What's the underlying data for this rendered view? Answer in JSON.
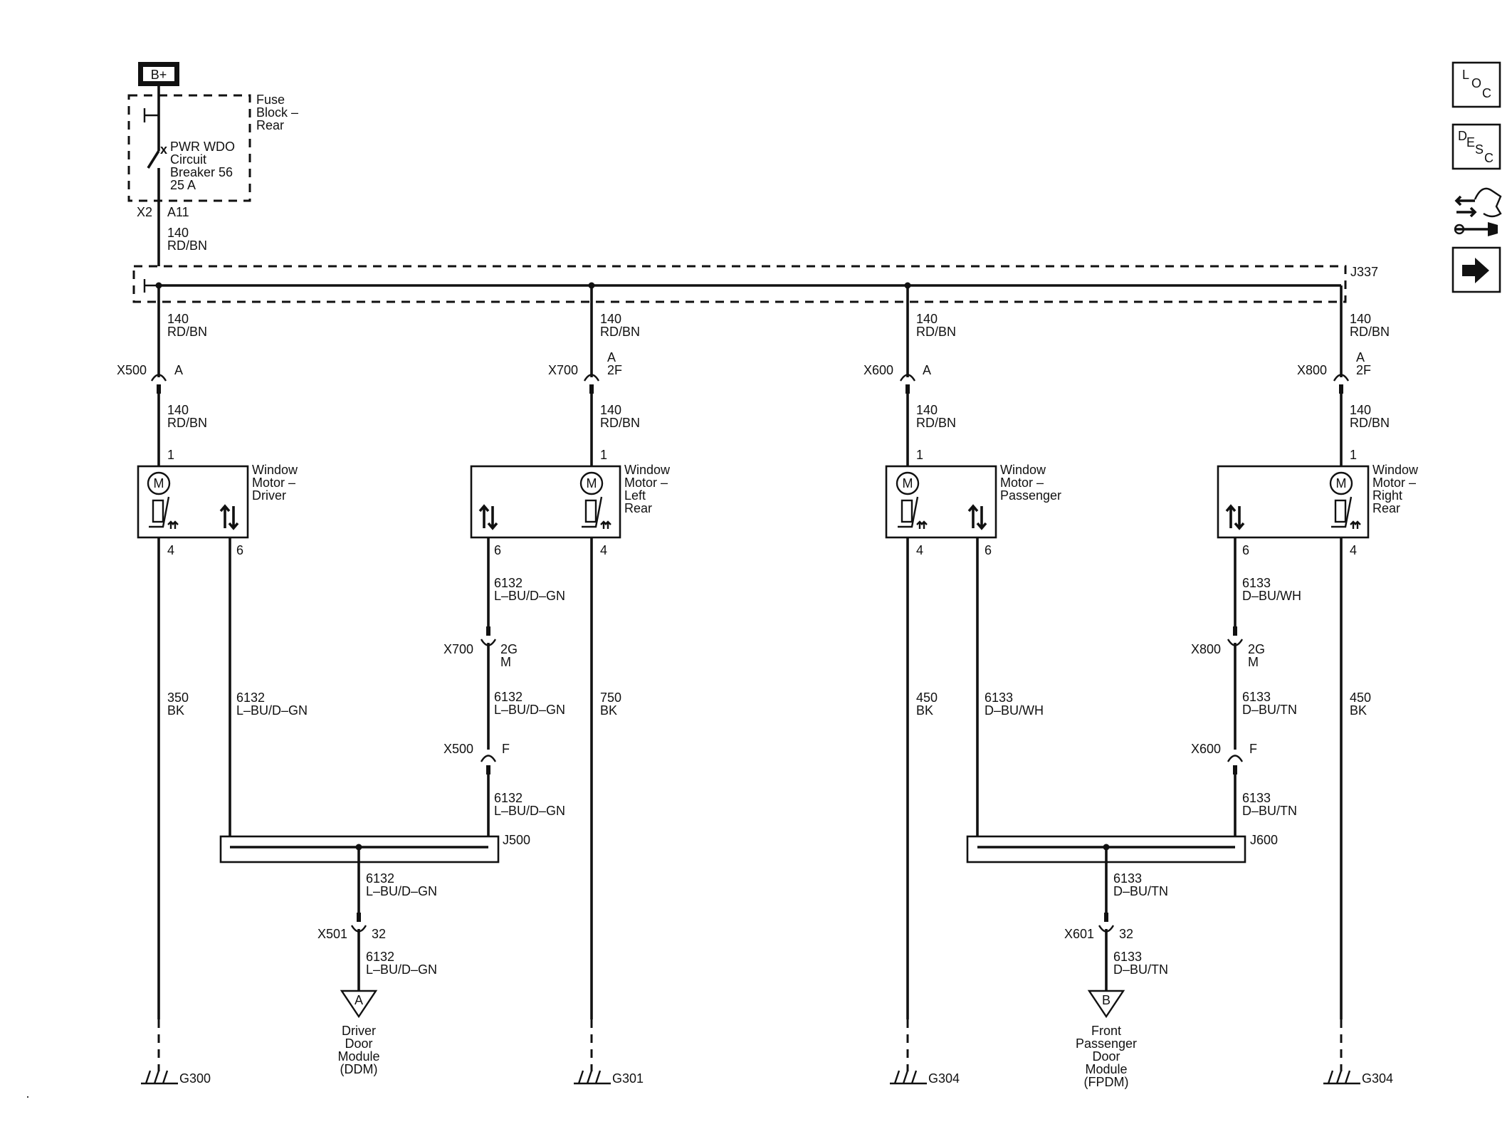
{
  "power": {
    "source": "B+"
  },
  "fuse_block": {
    "name_lines": [
      "Fuse",
      "Block –",
      "Rear"
    ],
    "breaker_lines": [
      "PWR WDO",
      "Circuit",
      "Breaker 56",
      "25 A"
    ],
    "connector": "X2",
    "pin": "A11"
  },
  "feed_wire": {
    "circuit": "140",
    "color": "RD/BN"
  },
  "splice_main": "J337",
  "branches": [
    {
      "inline_connector": "X500",
      "inline_pin_top": "",
      "inline_pin": "A",
      "motor_lines": [
        "Window",
        "Motor –",
        "Driver"
      ],
      "pin_feed": "1",
      "pin_ground": "4",
      "pin_switch": "6",
      "ground_circuit": "350",
      "ground_color": "BK",
      "ground": "G300"
    },
    {
      "inline_connector": "X700",
      "inline_pin_top": "A",
      "inline_pin": "2F",
      "motor_lines": [
        "Window",
        "Motor –",
        "Left",
        "Rear"
      ],
      "pin_feed": "1",
      "pin_ground": "4",
      "pin_switch": "6",
      "ground_circuit": "750",
      "ground_color": "BK",
      "ground": "G301"
    },
    {
      "inline_connector": "X600",
      "inline_pin_top": "",
      "inline_pin": "A",
      "motor_lines": [
        "Window",
        "Motor –",
        "Passenger"
      ],
      "pin_feed": "1",
      "pin_ground": "4",
      "pin_switch": "6",
      "ground_circuit": "450",
      "ground_color": "BK",
      "ground": "G304"
    },
    {
      "inline_connector": "X800",
      "inline_pin_top": "A",
      "inline_pin": "2F",
      "motor_lines": [
        "Window",
        "Motor –",
        "Right",
        "Rear"
      ],
      "pin_feed": "1",
      "pin_ground": "4",
      "pin_switch": "6",
      "ground_circuit": "450",
      "ground_color": "BK",
      "ground": "G304"
    }
  ],
  "signal_driver_side": {
    "direct": {
      "circuit": "6132",
      "color": "L–BU/D–GN"
    },
    "rear_seg1": {
      "circuit": "6132",
      "color": "L–BU/D–GN"
    },
    "rear_conn1": {
      "connector": "X700",
      "pins": [
        "2G",
        "M"
      ]
    },
    "rear_seg2": {
      "circuit": "6132",
      "color": "L–BU/D–GN"
    },
    "rear_conn2": {
      "connector": "X500",
      "pin": "F"
    },
    "rear_seg3": {
      "circuit": "6132",
      "color": "L–BU/D–GN"
    },
    "splice": "J500",
    "out_seg1": {
      "circuit": "6132",
      "color": "L–BU/D–GN"
    },
    "out_conn": {
      "connector": "X501",
      "pin": "32"
    },
    "out_seg2": {
      "circuit": "6132",
      "color": "L–BU/D–GN"
    },
    "ref": "A",
    "module_lines": [
      "Driver",
      "Door",
      "Module",
      "(DDM)"
    ]
  },
  "signal_passenger_side": {
    "direct": {
      "circuit": "6133",
      "color": "D–BU/WH"
    },
    "rear_seg1": {
      "circuit": "6133",
      "color": "D–BU/WH"
    },
    "rear_conn1": {
      "connector": "X800",
      "pins": [
        "2G",
        "M"
      ]
    },
    "rear_seg2": {
      "circuit": "6133",
      "color": "D–BU/TN"
    },
    "rear_conn2": {
      "connector": "X600",
      "pin": "F"
    },
    "rear_seg3": {
      "circuit": "6133",
      "color": "D–BU/TN"
    },
    "splice": "J600",
    "out_seg1": {
      "circuit": "6133",
      "color": "D–BU/TN"
    },
    "out_conn": {
      "connector": "X601",
      "pin": "32"
    },
    "out_seg2": {
      "circuit": "6133",
      "color": "D–BU/TN"
    },
    "ref": "B",
    "module_lines": [
      "Front",
      "Passenger",
      "Door",
      "Module",
      "(FPDM)"
    ]
  },
  "sidebar": {
    "loc": [
      "L",
      "O",
      "C"
    ],
    "desc": [
      "D",
      "E",
      "S",
      "C"
    ],
    "motor_symbol": "M"
  }
}
